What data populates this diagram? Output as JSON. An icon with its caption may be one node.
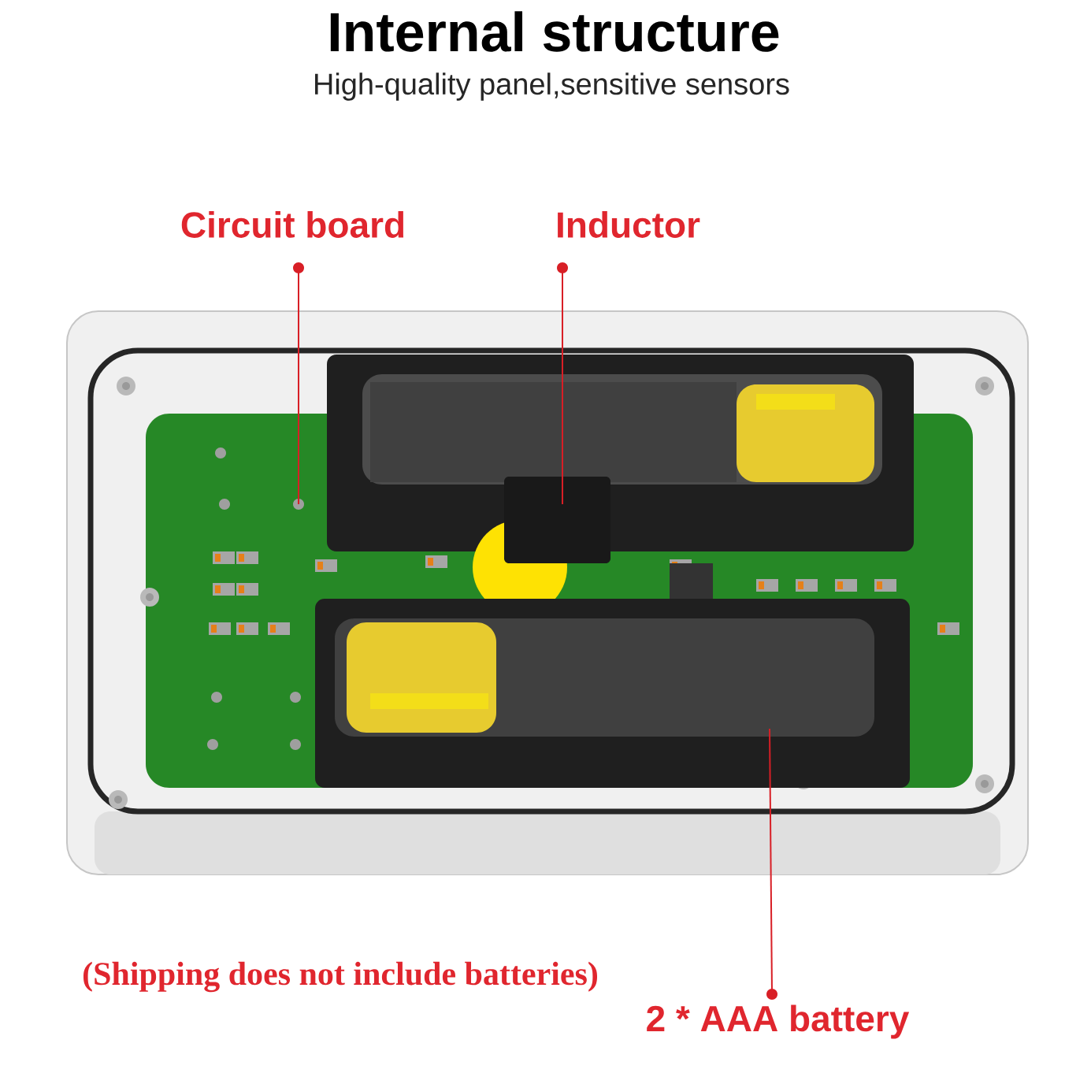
{
  "diagram": {
    "title": "Internal structure",
    "nodes": [
      {
        "text": [
          "Circuit board"
        ]
      },
      {
        "text": [
          "Inductor"
        ]
      },
      {
        "text": [
          "2 * AAA battery"
        ]
      }
    ],
    "edges": [
      {
        "from": 0,
        "to": null,
        "arrow": "other",
        "color": "#d81f26"
      },
      {
        "from": 1,
        "to": null,
        "arrow": "other",
        "color": "#d81f26"
      },
      {
        "from": 2,
        "to": null,
        "arrow": "other",
        "color": "#d81f26"
      }
    ],
    "labels": [
      "High-quality panel,sensitive sensors",
      "(Shipping does not include batteries)"
    ]
  }
}
